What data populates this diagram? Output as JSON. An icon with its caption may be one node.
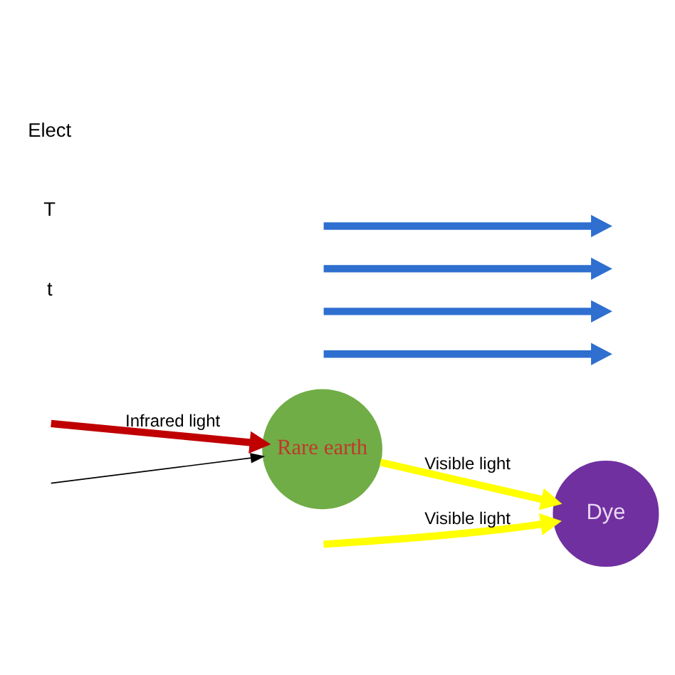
{
  "diagram": {
    "nodes": [
      {
        "text": [
          "Dye"
        ]
      },
      {
        "text": [
          "Rare earth"
        ]
      }
    ],
    "edges": [
      {
        "from": null,
        "to": 0,
        "arrow": "to",
        "label": "Visible light",
        "color": "#ffff00"
      },
      {
        "from": null,
        "to": 1,
        "arrow": "to",
        "label": "Infrared light",
        "color": "#c00000"
      },
      {
        "from": 1,
        "to": 0,
        "arrow": "to",
        "label": "Visible light",
        "color": "#ffff00"
      },
      {
        "from": null,
        "to": 1,
        "arrow": "to",
        "color": "#000000"
      }
    ],
    "labels": [
      "t",
      "T",
      "Elect"
    ]
  }
}
